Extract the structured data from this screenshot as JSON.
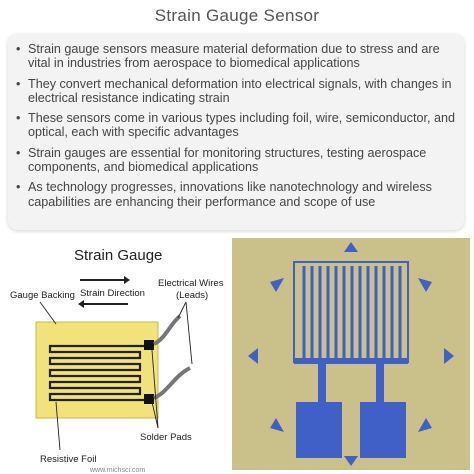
{
  "title": "Strain Gauge Sensor",
  "bullets": [
    "Strain gauge sensors measure material deformation due to stress and are vital in industries from aerospace to biomedical applications",
    "They convert mechanical deformation into electrical signals, with changes in electrical resistance indicating strain",
    "These sensors come in various types including foil, wire, semiconductor, and optical, each with specific advantages",
    "Strain gauges are essential for monitoring structures, testing aerospace components, and biomedical applications",
    "As technology progresses, innovations like nanotechnology and wireless capabilities are enhancing their performance and scope of use"
  ],
  "diagram": {
    "heading": "Strain Gauge",
    "gauge_backing": "Gauge Backing",
    "strain_direction": "Strain Direction",
    "electrical_wires": "Electrical Wires",
    "leads": "(Leads)",
    "resistive_foil": "Resistive Foil",
    "solder_pads": "Solder Pads",
    "source": "www.michsci.com"
  },
  "colors": {
    "backing": "#f2e27a",
    "photo_bg": "#c9c08a",
    "foil_blue": "#4060c8",
    "title": "#555555"
  }
}
